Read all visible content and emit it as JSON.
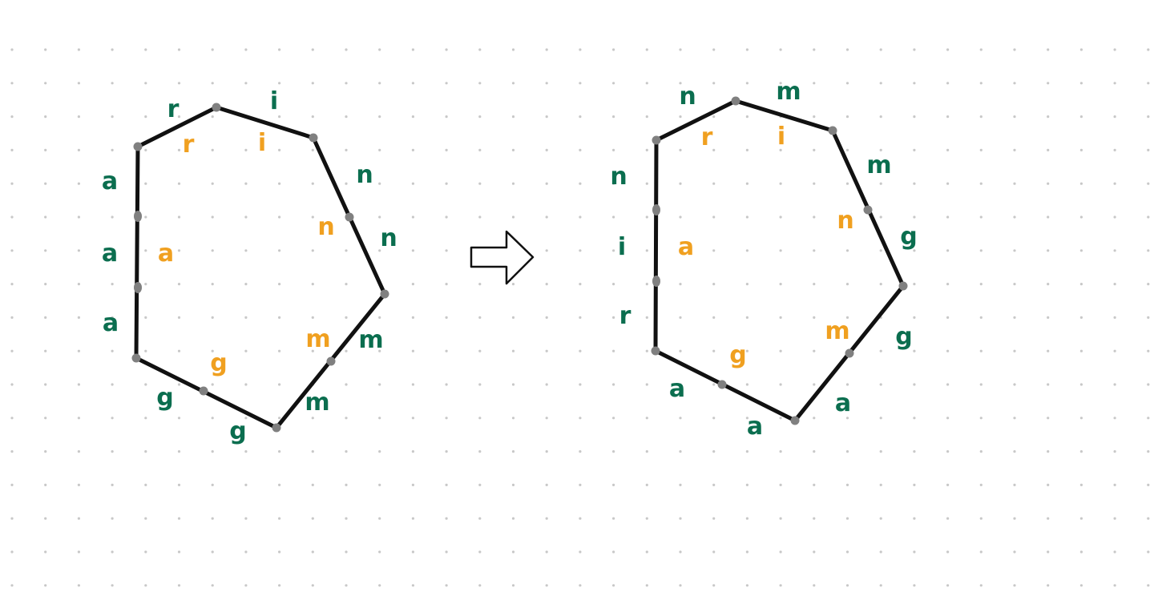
{
  "colors": {
    "outer_label": "#0b6e4f",
    "inner_label": "#f0a020",
    "edge": "#111111",
    "vertex": "#808080",
    "grid_dot": "#c8c8c8"
  },
  "left_polygon": {
    "outer_labels": [
      "r",
      "i",
      "n",
      "n",
      "m",
      "m",
      "g",
      "g",
      "a",
      "a",
      "a"
    ],
    "inner_labels": [
      "r",
      "i",
      "n",
      "m",
      "g",
      "a"
    ]
  },
  "arrow": {
    "icon": "right-arrow-icon"
  },
  "right_polygon": {
    "outer_labels": [
      "n",
      "m",
      "m",
      "g",
      "g",
      "a",
      "a",
      "a",
      "r",
      "i",
      "n"
    ],
    "inner_labels": [
      "r",
      "i",
      "n",
      "m",
      "g",
      "a"
    ]
  }
}
